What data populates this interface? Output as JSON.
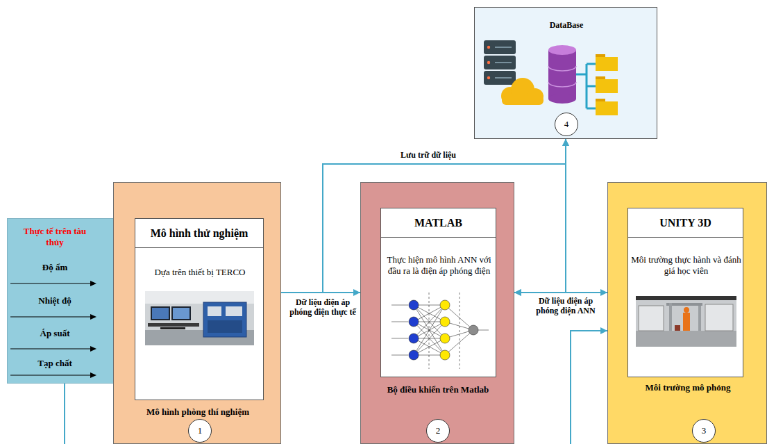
{
  "diagram": {
    "nodes": [
      {
        "text": [
          "Thực tế trên tàu thủy",
          "Độ ẩm",
          "Nhiệt độ",
          "Áp suất",
          "Tạp chất"
        ]
      },
      {
        "text": [
          "Mô hình phòng thí nghiệm"
        ]
      },
      {
        "text": [
          "Mô hình thử nghiệm",
          "Dựa trên thiết bị TERCO"
        ],
        "in": 1
      },
      {
        "text": [
          "1"
        ],
        "in": 1
      },
      {
        "text": [
          "Bộ điều khiển trên Matlab"
        ]
      },
      {
        "text": [
          "MATLAB",
          "Thực hiện mô hình ANN với đầu ra là điện áp phóng điện"
        ],
        "in": 4
      },
      {
        "text": [
          "2"
        ],
        "in": 4
      },
      {
        "text": [
          "Môi trường mô phỏng"
        ]
      },
      {
        "text": [
          "UNITY 3D",
          "Môi trường thực hành và đánh giá học viên"
        ],
        "in": 7
      },
      {
        "text": [
          "3"
        ],
        "in": 7
      },
      {
        "text": [
          "DataBase"
        ]
      },
      {
        "text": [
          "4"
        ],
        "in": 10
      }
    ],
    "edges": [
      {
        "from": 1,
        "to": 4,
        "label": "Dữ liệu điện áp phóng điện thực tế",
        "arrow": "to"
      },
      {
        "from": 4,
        "to": 7,
        "label": "Dữ liệu điện áp phóng điện ANN",
        "arrow": "both"
      },
      {
        "from": 1,
        "to": 10,
        "label": "Lưu trữ dữ liệu",
        "arrow": "to"
      },
      {
        "from": 4,
        "to": 10,
        "arrow": "both"
      }
    ]
  }
}
